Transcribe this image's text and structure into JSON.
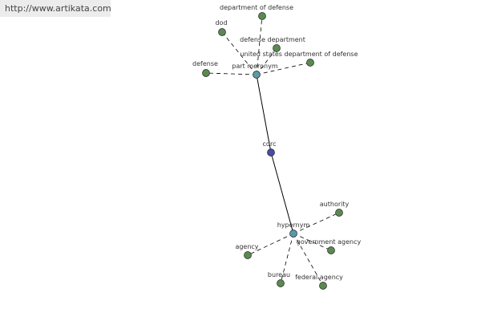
{
  "watermark": {
    "text": "http://www.artikata.com"
  },
  "colors": {
    "leaf": "#5a8a50",
    "relation": "#5a9aa4",
    "root": "#4a4aa8",
    "edge": "#000000",
    "background": "#ffffff"
  },
  "graph": {
    "root": {
      "id": "root",
      "label": "cdrc"
    },
    "relations": [
      {
        "id": "part_meronym",
        "label": "part meronym",
        "children": [
          "department of defense",
          "dod",
          "defense department",
          "united states department of defense",
          "defense"
        ]
      },
      {
        "id": "hypernym",
        "label": "hypernym",
        "children": [
          "authority",
          "government agency",
          "agency",
          "bureau",
          "federal agency"
        ]
      }
    ]
  }
}
